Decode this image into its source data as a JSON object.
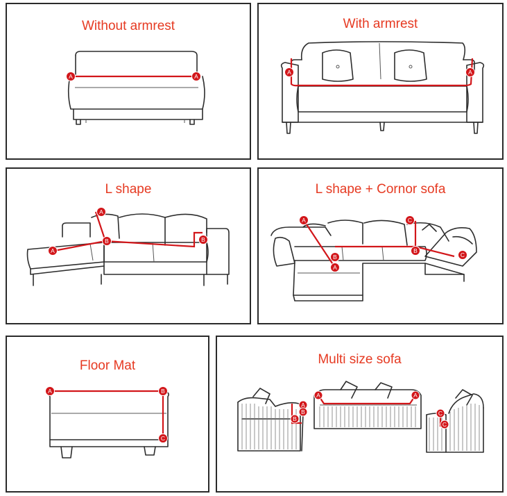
{
  "panels": {
    "no_armrest": {
      "title": "Without armrest"
    },
    "with_armrest": {
      "title": "With armrest"
    },
    "l_shape": {
      "title": "L shape"
    },
    "l_corner": {
      "title": "L shape + Cornor sofa"
    },
    "floor_mat": {
      "title": "Floor Mat"
    },
    "multi": {
      "title": "Multi size sofa"
    }
  },
  "markers": {
    "a": "A",
    "b": "B",
    "c": "C"
  },
  "colors": {
    "accent": "#e63a22",
    "measure": "#d2161a",
    "line": "#2d2d2d"
  }
}
